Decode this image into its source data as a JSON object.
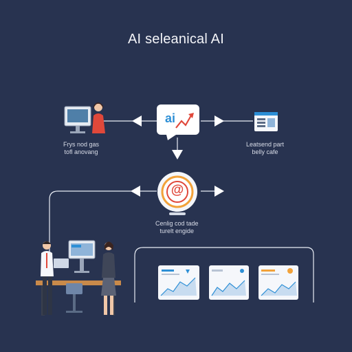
{
  "title": "AI seleanical AI",
  "nodes": {
    "left_user": {
      "line1": "Frys nod gas",
      "line2": "tofl anovang"
    },
    "center_top": {
      "text": "ai"
    },
    "right_doc": {
      "line1": "Leatsend part",
      "line2": "belly cafe"
    },
    "center_mid": {
      "line1": "Cenlig cod tade",
      "line2": "turelt engide"
    }
  },
  "colors": {
    "background": "#283350",
    "line": "#e9edf5",
    "accent_blue": "#2d8fd6",
    "accent_red": "#e0483a",
    "accent_orange": "#f2a23a"
  }
}
